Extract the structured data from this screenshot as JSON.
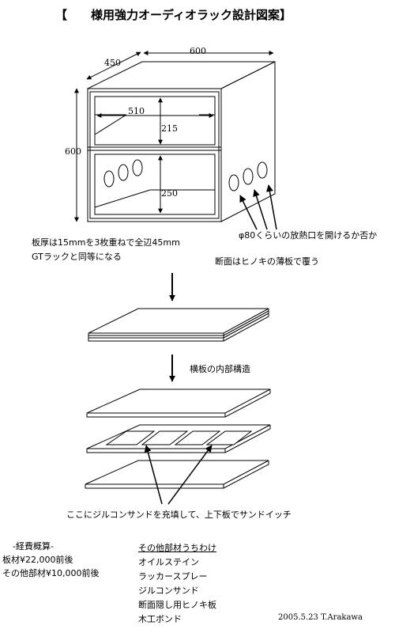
{
  "title": "【　　様用強力オーディオラック設計図案】",
  "dimensions": {
    "width": "600",
    "depth": "450",
    "height": "600",
    "inner_width": "510",
    "upper_height": "215",
    "lower_height": "250"
  },
  "notes": {
    "ventilation": "φ80くらいの放熱口を開けるか否か",
    "board_line1": "板厚は15mmを3枚重ねで全辺45mm",
    "board_line2": "GTラックと同等になる",
    "cladding": "断面はヒノキの薄板で覆う",
    "inner_structure": "横板の内部構造",
    "sandwich": "ここにジルコンサンドを充填して、上下板でサンドイッチ"
  },
  "cost": {
    "heading": "-経費概算-",
    "items": [
      "板材¥22,000前後",
      "その他部材¥10,000前後"
    ]
  },
  "materials": {
    "heading": "その他部材うちわけ",
    "items": [
      "オイルステイン",
      "ラッカースプレー",
      "ジルコンサンド",
      "断面隠し用ヒノキ板",
      "木工ボンド"
    ]
  },
  "signature": "2005.5.23 T.Arakawa"
}
